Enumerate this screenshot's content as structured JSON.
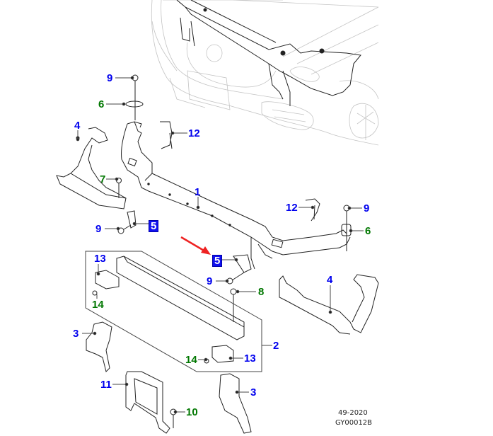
{
  "diagram": {
    "title": "Front end carrier / radiator support exploded parts diagram",
    "colors": {
      "callout_primary": "#0000ee",
      "callout_secondary": "#007700",
      "highlight_bg": "#1010ee",
      "arrow": "#ee2222",
      "line": "#222222",
      "vehicle_outline": "#c0c0c0"
    },
    "callouts": [
      {
        "id": "c9a",
        "label": "9",
        "style": "blue"
      },
      {
        "id": "c6a",
        "label": "6",
        "style": "green"
      },
      {
        "id": "c4a",
        "label": "4",
        "style": "blue"
      },
      {
        "id": "c12a",
        "label": "12",
        "style": "blue"
      },
      {
        "id": "c7",
        "label": "7",
        "style": "green"
      },
      {
        "id": "c1",
        "label": "1",
        "style": "blue"
      },
      {
        "id": "c9b",
        "label": "9",
        "style": "blue"
      },
      {
        "id": "c5a",
        "label": "5",
        "style": "highlight"
      },
      {
        "id": "c12b",
        "label": "12",
        "style": "blue"
      },
      {
        "id": "c9c",
        "label": "9",
        "style": "blue"
      },
      {
        "id": "c6b",
        "label": "6",
        "style": "green"
      },
      {
        "id": "c5b",
        "label": "5",
        "style": "highlight"
      },
      {
        "id": "c13a",
        "label": "13",
        "style": "blue"
      },
      {
        "id": "c9d",
        "label": "9",
        "style": "blue"
      },
      {
        "id": "c8",
        "label": "8",
        "style": "green"
      },
      {
        "id": "c4b",
        "label": "4",
        "style": "blue"
      },
      {
        "id": "c14a",
        "label": "14",
        "style": "green"
      },
      {
        "id": "c3a",
        "label": "3",
        "style": "blue"
      },
      {
        "id": "c2",
        "label": "2",
        "style": "blue"
      },
      {
        "id": "c14b",
        "label": "14",
        "style": "green"
      },
      {
        "id": "c13b",
        "label": "13",
        "style": "blue"
      },
      {
        "id": "c11",
        "label": "11",
        "style": "blue"
      },
      {
        "id": "c3b",
        "label": "3",
        "style": "blue"
      },
      {
        "id": "c10",
        "label": "10",
        "style": "green"
      }
    ],
    "footer": {
      "date_code": "49-2020",
      "illustration_code": "GY00012B"
    }
  }
}
